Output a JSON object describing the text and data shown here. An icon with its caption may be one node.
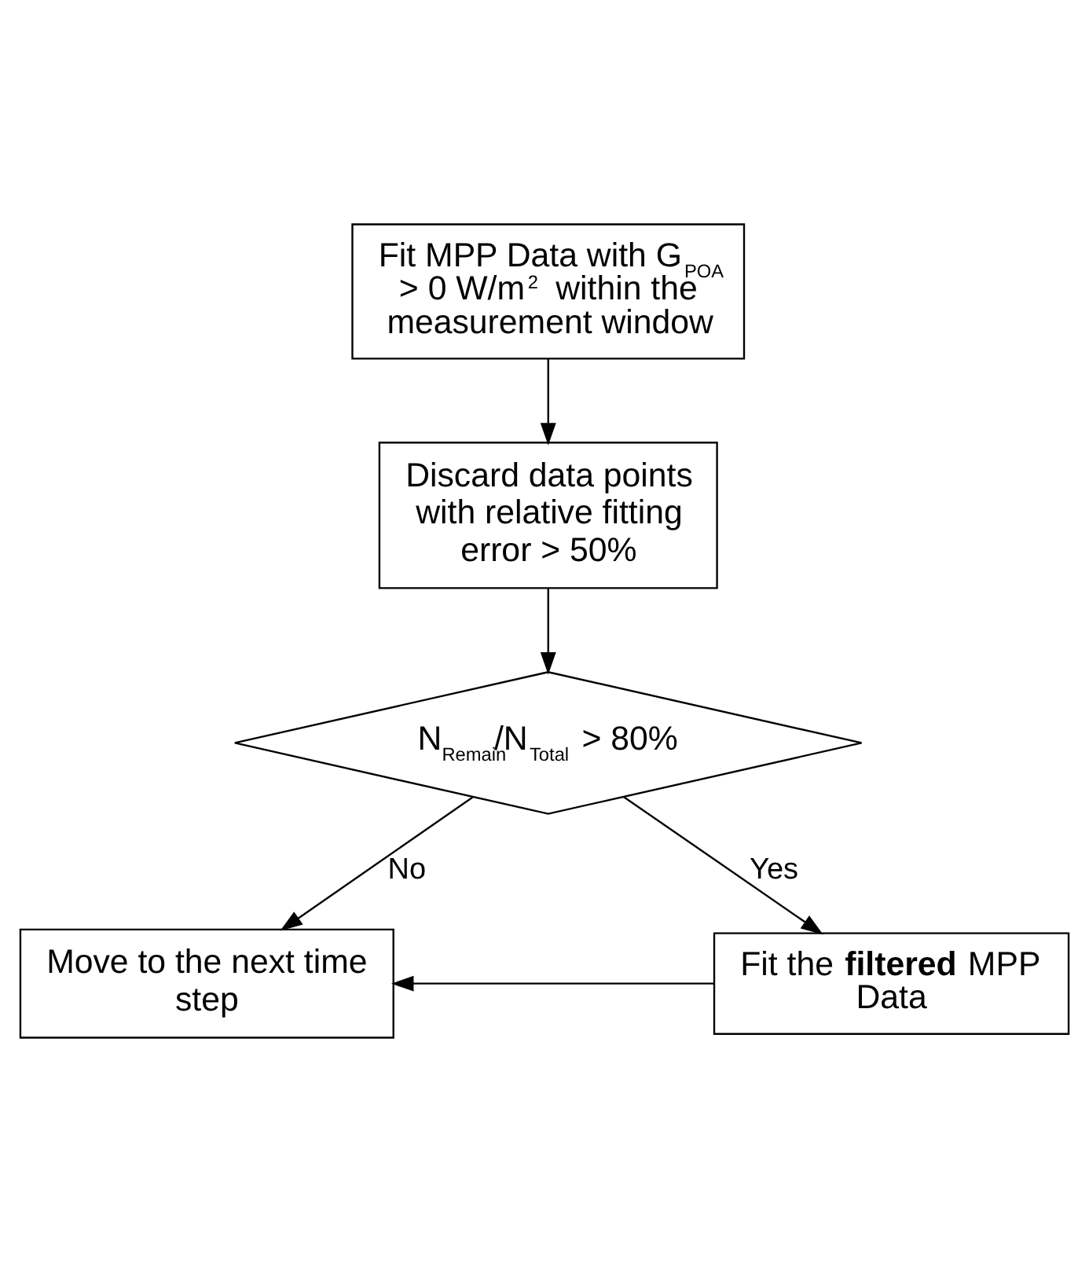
{
  "diagram": {
    "nodes": [
      {
        "text": [
          "Fit MPP Data with G$_{POA}$ > 0 W/m$^{2}$ within the measurement window"
        ]
      },
      {
        "text": [
          "Discard data points with relative fitting error > 50%"
        ]
      },
      {
        "text": [
          "N$_{Remain}$/N$_{Total}$ > 80%"
        ]
      },
      {
        "text": [
          "Move to the next time step"
        ]
      },
      {
        "text": [
          "Fit the **filtered** MPP Data"
        ]
      }
    ],
    "edges": [
      {
        "from": 0,
        "to": 1,
        "arrow": "to"
      },
      {
        "from": 1,
        "to": 2,
        "arrow": "to"
      },
      {
        "from": 2,
        "to": 3,
        "arrow": "to",
        "label": "No"
      },
      {
        "from": 2,
        "to": 4,
        "arrow": "to",
        "label": "Yes"
      },
      {
        "from": 4,
        "to": 3,
        "arrow": "to"
      }
    ]
  }
}
